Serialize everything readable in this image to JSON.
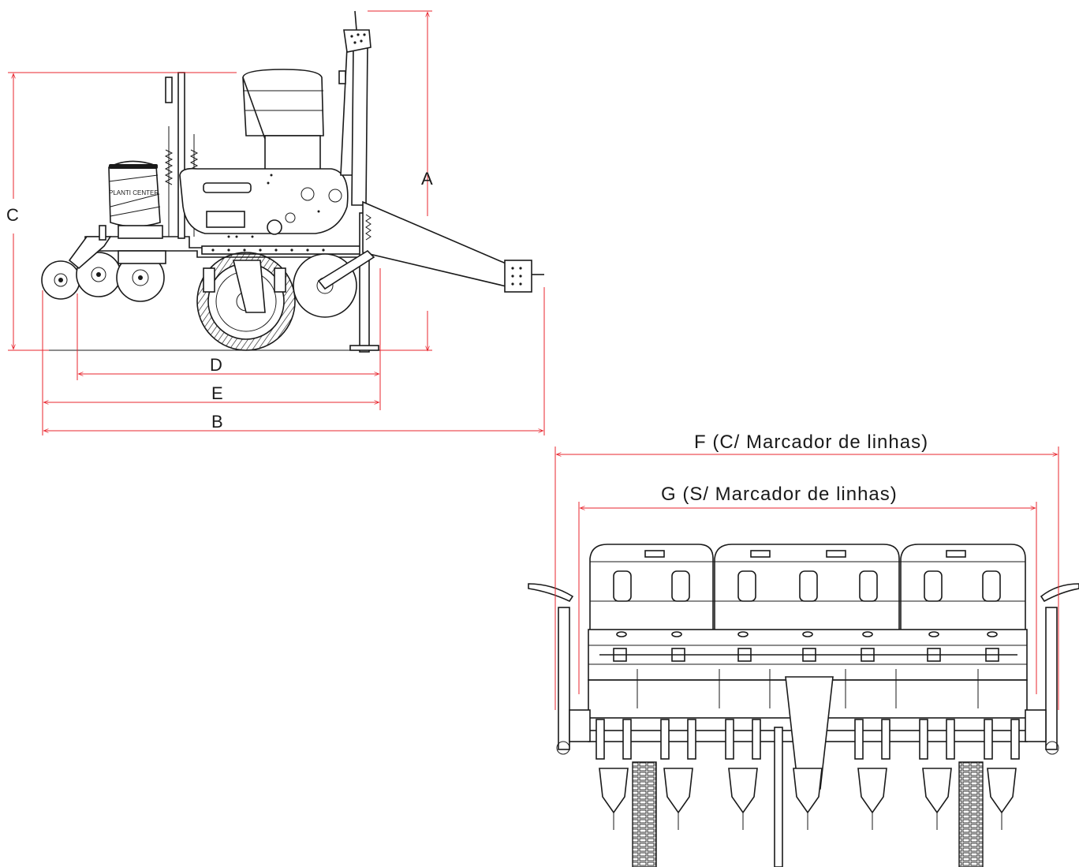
{
  "dimensions": {
    "A": "A",
    "B": "B",
    "C": "C",
    "D": "D",
    "E": "E",
    "F": "F (C/ Marcador de linhas)",
    "G": "G (S/ Marcador de linhas)"
  },
  "side_view": {
    "hopper_brand": "PLANTI CENTER"
  },
  "colors": {
    "dimension_lines": "#e8242d",
    "machine_lines": "#1a1a1a",
    "background": "#ffffff"
  }
}
